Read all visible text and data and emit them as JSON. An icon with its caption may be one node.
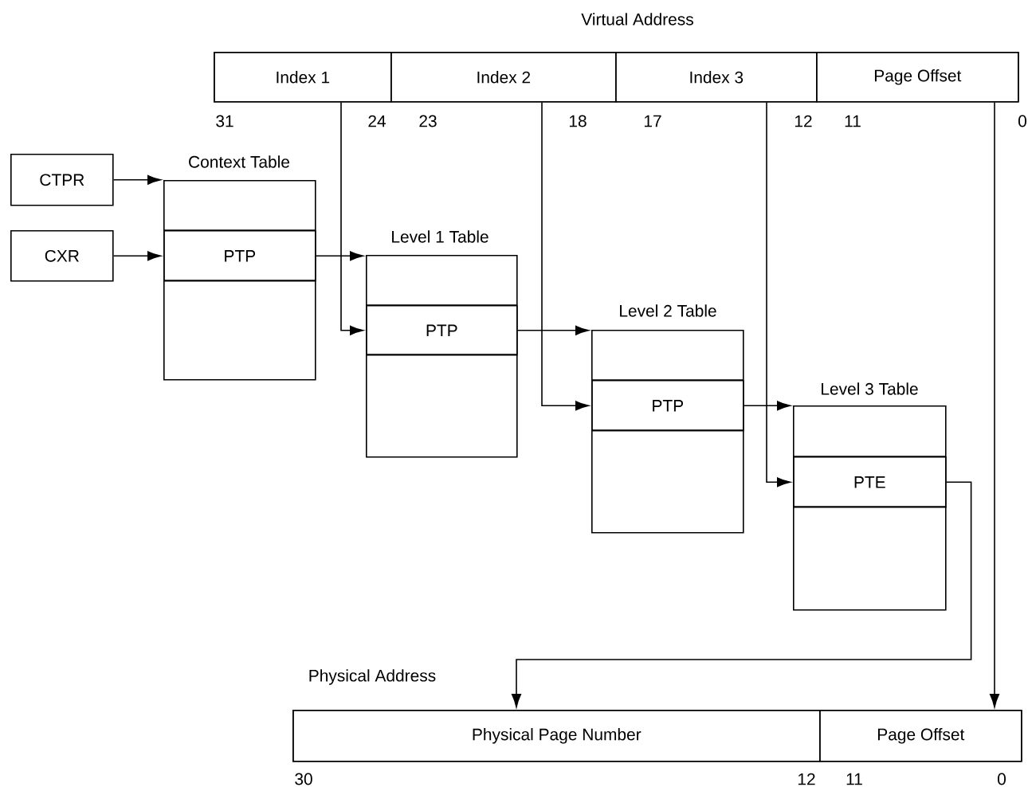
{
  "diagram": {
    "nodes": [
      {
        "text": [
          "Virtual Address"
        ]
      },
      {
        "text": [
          "Index 1"
        ],
        "in": 0
      },
      {
        "text": [
          "Index 2"
        ],
        "in": 0
      },
      {
        "text": [
          "Index 3"
        ],
        "in": 0
      },
      {
        "text": [
          "Page Offset"
        ],
        "in": 0
      },
      {
        "text": [
          "CTPR"
        ]
      },
      {
        "text": [
          "CXR"
        ]
      },
      {
        "text": [
          "Context Table"
        ]
      },
      {
        "text": [
          "PTP"
        ],
        "in": 7
      },
      {
        "text": [
          "Level 1 Table"
        ]
      },
      {
        "text": [
          "PTP"
        ],
        "in": 9
      },
      {
        "text": [
          "Level 2 Table"
        ]
      },
      {
        "text": [
          "PTP"
        ],
        "in": 11
      },
      {
        "text": [
          "Level 3 Table"
        ]
      },
      {
        "text": [
          "PTE"
        ],
        "in": 13
      },
      {
        "text": [
          "Physical Address"
        ]
      },
      {
        "text": [
          "Physical Page Number"
        ],
        "in": 15
      },
      {
        "text": [
          "Page Offset"
        ],
        "in": 15
      }
    ],
    "edges": [
      {
        "from": 5,
        "to": 7,
        "arrow": "to"
      },
      {
        "from": 6,
        "to": 8,
        "arrow": "to"
      },
      {
        "from": 8,
        "to": 9,
        "arrow": "to"
      },
      {
        "from": 1,
        "to": 10,
        "arrow": "to"
      },
      {
        "from": 10,
        "to": 11,
        "arrow": "to"
      },
      {
        "from": 2,
        "to": 12,
        "arrow": "to"
      },
      {
        "from": 12,
        "to": 13,
        "arrow": "to"
      },
      {
        "from": 3,
        "to": 14,
        "arrow": "to"
      },
      {
        "from": 14,
        "to": 16,
        "arrow": "to"
      },
      {
        "from": 4,
        "to": 17,
        "arrow": "to"
      }
    ],
    "labels": [
      "31",
      "24",
      "23",
      "18",
      "17",
      "12",
      "11",
      "0",
      "30",
      "12",
      "11",
      "0"
    ]
  }
}
